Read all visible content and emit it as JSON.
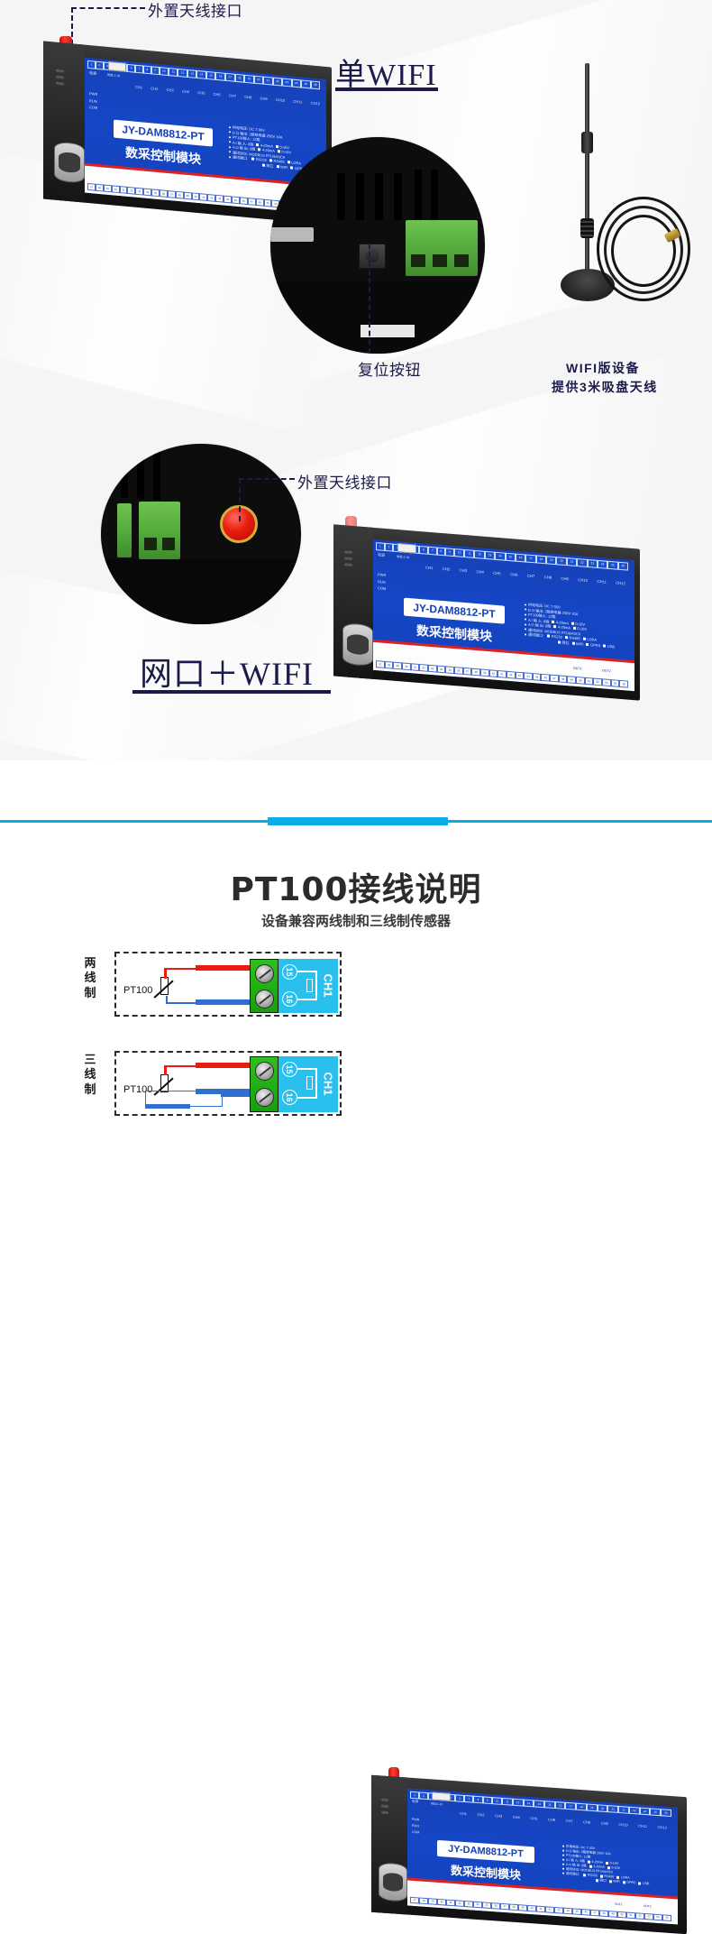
{
  "sections": {
    "photo": {
      "callout_antenna_top": "外置天线接口",
      "headline_wifi": "单WIFI",
      "callout_reset": "复位按钮",
      "antenna_caption_line1": "WIFI版设备",
      "antenna_caption_line2": "提供3米吸盘天线",
      "callout_antenna_mid": "外置天线接口",
      "headline_net_wifi": "网口＋WIFI"
    },
    "pt100": {
      "title": "PT100接线说明",
      "subtitle": "设备兼容两线制和三线制传感器",
      "diagrams": [
        {
          "mode": "两线制",
          "sensor_label": "PT100",
          "channel": "CH1",
          "terminals": [
            "15",
            "16"
          ],
          "wires": [
            "red",
            "blue"
          ]
        },
        {
          "mode": "三线制",
          "sensor_label": "PT100",
          "channel": "CH1",
          "terminals": [
            "15",
            "16"
          ],
          "wires": [
            "red",
            "blue",
            "blue"
          ]
        }
      ]
    }
  },
  "device": {
    "model": "JY-DAM8812-PT",
    "model_sub": "数采控制模块",
    "power_label": "电源",
    "dip_label": "地址:1-31",
    "leds": [
      "PWR",
      "RUN",
      "COM"
    ],
    "specs": [
      {
        "key": "供电电压:",
        "value": "DC 7-30V"
      },
      {
        "key": "D O 输出:",
        "value": "2路继电器 250V 10A"
      },
      {
        "key": "PT100输入:",
        "value": "12路"
      },
      {
        "key": "A I 输 入:",
        "value": "8路",
        "opts": [
          "4-20mA",
          "0-10V"
        ]
      },
      {
        "key": "A O 输 出:",
        "value": "8路",
        "opts": [
          "4-20mA",
          "0-10V"
        ]
      },
      {
        "key": "通讯协议:",
        "value": "MODBUS RTU&ASCII"
      },
      {
        "key": "通讯端口:",
        "value": "",
        "opts": [
          "RS232",
          "RS485",
          "LORA"
        ]
      },
      {
        "key": "",
        "value": "",
        "opts": [
          "网口",
          "WIFI",
          "GPRS",
          "USB"
        ]
      }
    ],
    "channels": [
      "CH1",
      "CH2",
      "CH3",
      "CH4",
      "CH5",
      "CH6",
      "CH7",
      "CH8",
      "CH9",
      "CH10",
      "CH11",
      "CH12"
    ],
    "top_terminals": [
      "1",
      "2",
      "3",
      "4",
      "5",
      "6",
      "7",
      "8",
      "9",
      "10",
      "11",
      "12",
      "13",
      "14",
      "15",
      "16",
      "17",
      "18",
      "19",
      "20",
      "21",
      "22",
      "23",
      "24",
      "25",
      "26"
    ],
    "bottom_terminals": [
      "27",
      "28",
      "29",
      "30",
      "31",
      "32",
      "33",
      "34",
      "35",
      "36",
      "37",
      "38",
      "39",
      "40",
      "41",
      "42",
      "43",
      "44",
      "45",
      "46",
      "47",
      "48",
      "49",
      "50",
      "51",
      "52",
      "53",
      "54",
      "55"
    ],
    "out_labels": [
      "OUT1",
      "OUT2"
    ]
  },
  "colors": {
    "accent_cyan": "#0aade6",
    "navy": "#1b1b4a",
    "device_blue": "#1546c6",
    "device_red": "#e02020",
    "terminal_green": "#2fbf1f",
    "panel_bg": "#f5f5f5"
  }
}
